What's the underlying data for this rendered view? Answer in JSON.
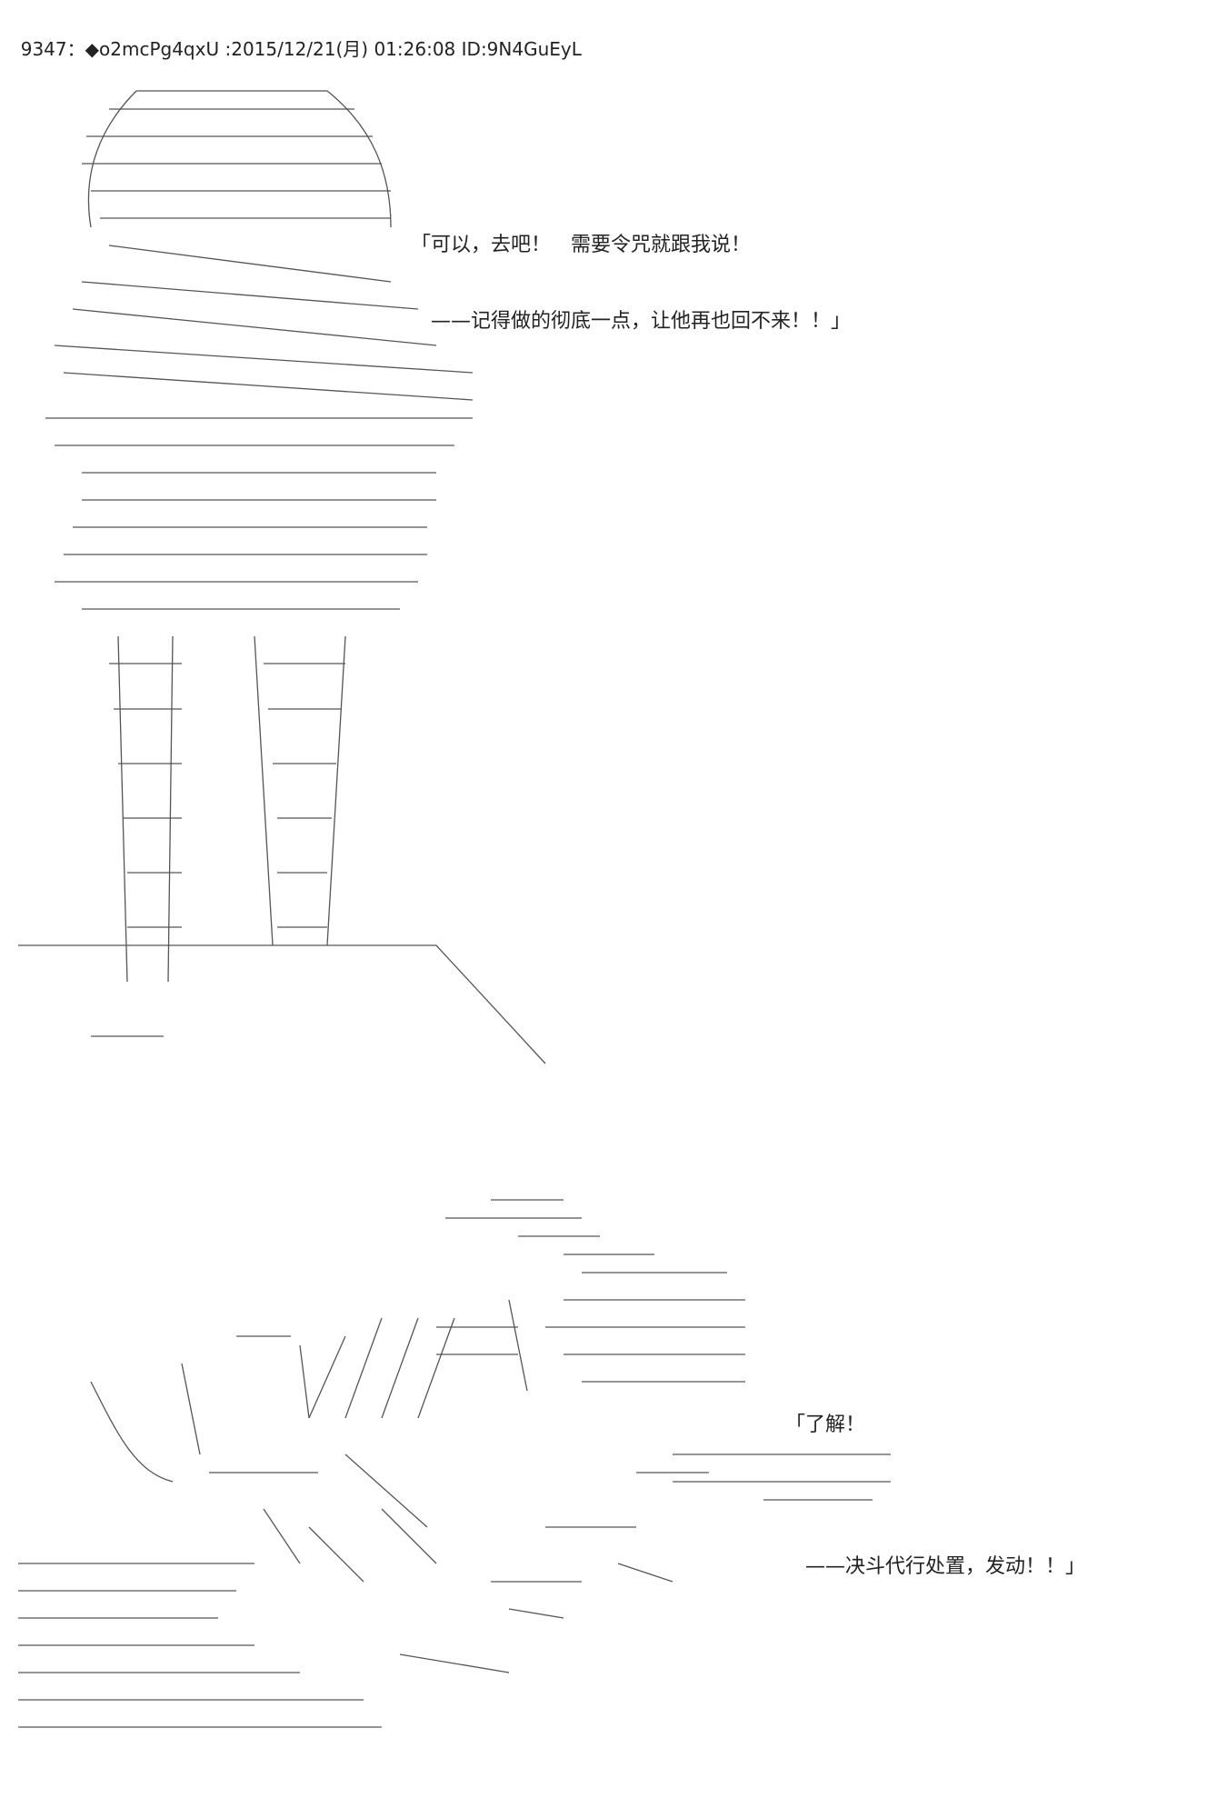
{
  "post": {
    "number": "9347",
    "separator": "：",
    "tripcode": "◆o2mcPg4qxU",
    "datetime": "2015/12/21(月) 01:26:08",
    "id": "ID:9N4GuEyL"
  },
  "scene1": {
    "line1": "「可以，去吧！　需要令咒就跟我说！",
    "line2": "　——记得做的彻底一点，让他再也回不来！！」"
  },
  "scene2": {
    "line1": "「了解！",
    "line2": "　——决斗代行处置，发动！！」"
  }
}
